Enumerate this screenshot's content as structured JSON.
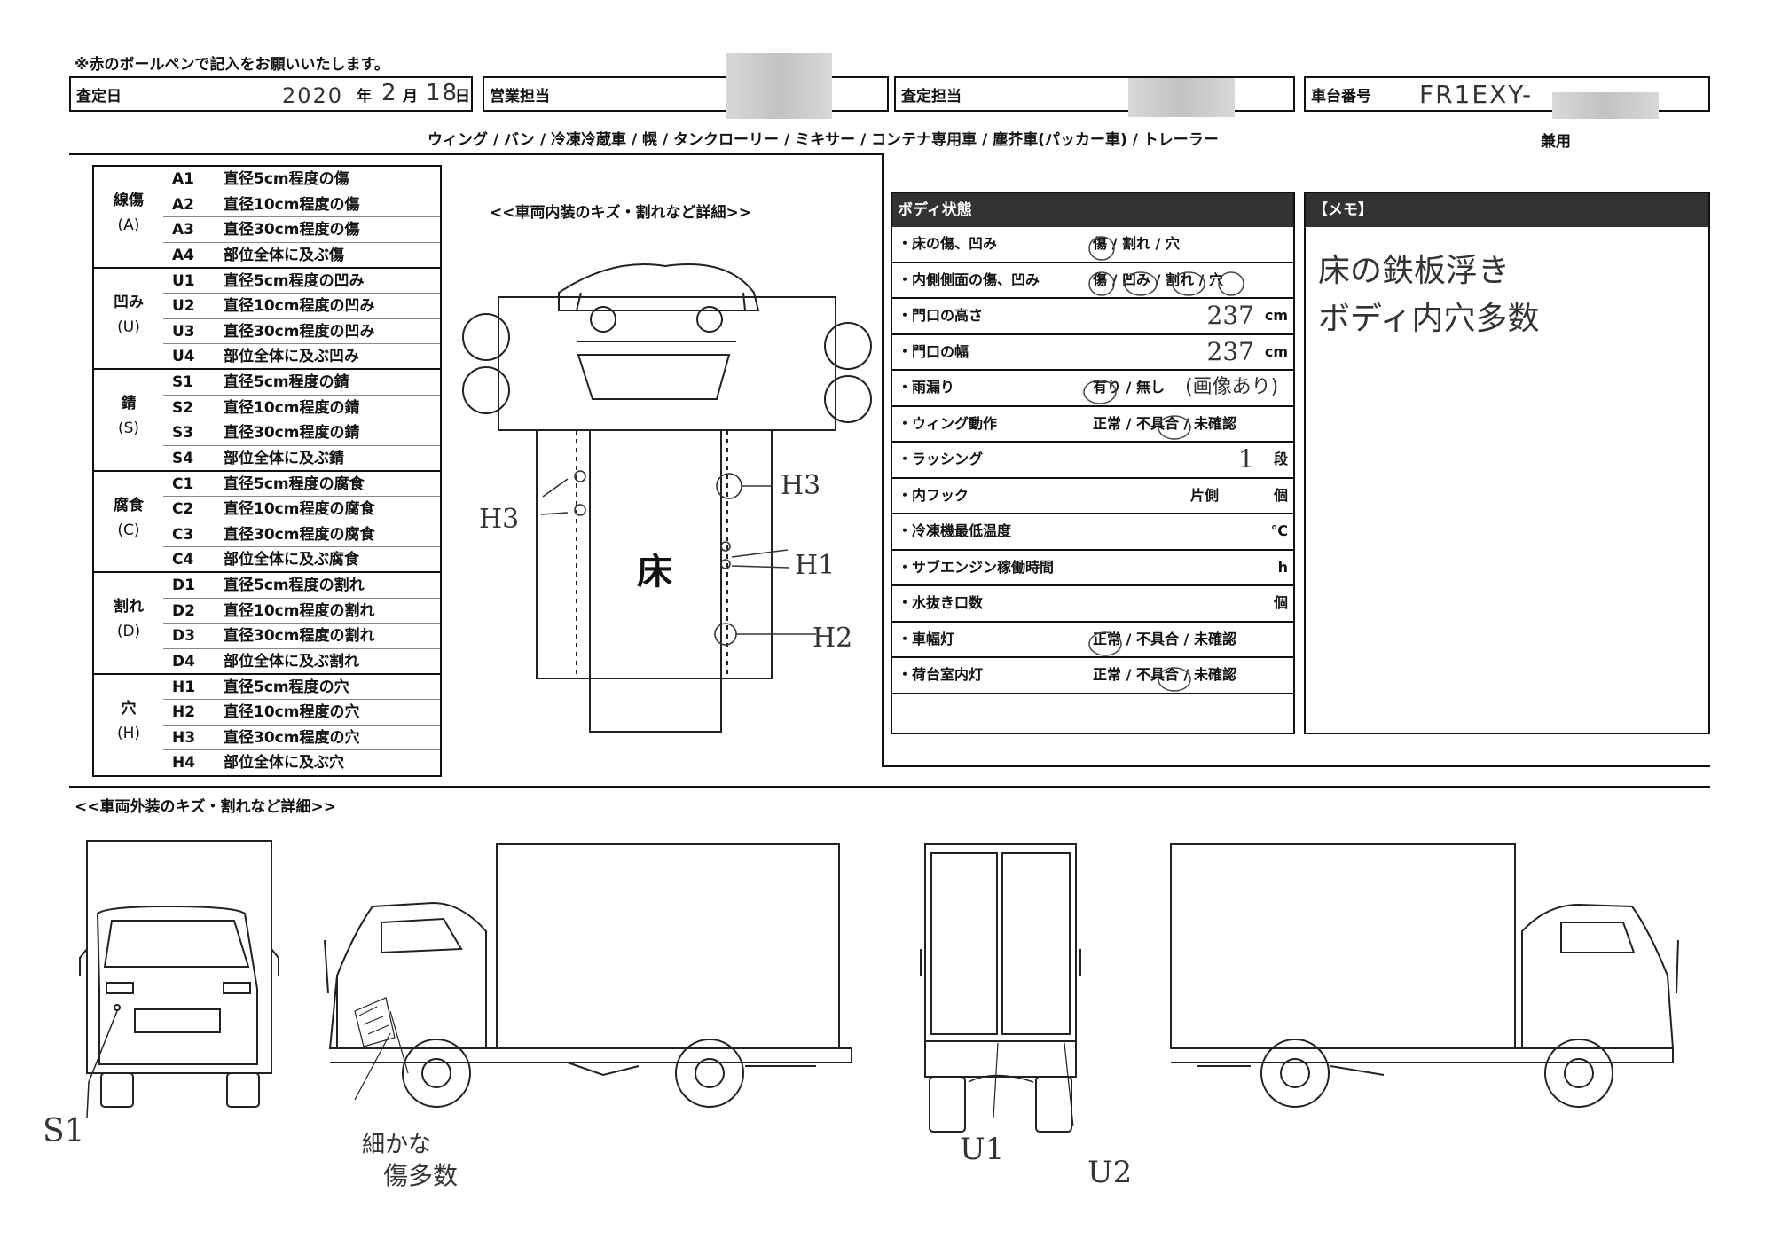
{
  "note": "※赤のボールペンで記入をお願いいたします。",
  "header": {
    "date_label": "査定日",
    "date_year": "2020",
    "date_year_unit": "年",
    "date_month": "2",
    "date_month_unit": "月",
    "date_day": "18",
    "date_day_unit": "日",
    "sales_label": "営業担当",
    "appraiser_label": "査定担当",
    "vehicle_no_label": "車台番号",
    "vehicle_no_value": "FR1EXY-"
  },
  "vehicle_types": "ウィング / バン / 冷凍冷蔵車 / 幌 / タンクローリー / ミキサー / コンテナ専用車 / 塵芥車(パッカー車) / トレーラー",
  "vehicle_types_suffix": "兼用",
  "legend": [
    {
      "cat": "線傷",
      "code": "(A)",
      "rows": [
        {
          "code": "A1",
          "desc": "直径5cm程度の傷"
        },
        {
          "code": "A2",
          "desc": "直径10cm程度の傷"
        },
        {
          "code": "A3",
          "desc": "直径30cm程度の傷"
        },
        {
          "code": "A4",
          "desc": "部位全体に及ぶ傷"
        }
      ]
    },
    {
      "cat": "凹み",
      "code": "(U)",
      "rows": [
        {
          "code": "U1",
          "desc": "直径5cm程度の凹み"
        },
        {
          "code": "U2",
          "desc": "直径10cm程度の凹み"
        },
        {
          "code": "U3",
          "desc": "直径30cm程度の凹み"
        },
        {
          "code": "U4",
          "desc": "部位全体に及ぶ凹み"
        }
      ]
    },
    {
      "cat": "錆",
      "code": "(S)",
      "rows": [
        {
          "code": "S1",
          "desc": "直径5cm程度の錆"
        },
        {
          "code": "S2",
          "desc": "直径10cm程度の錆"
        },
        {
          "code": "S3",
          "desc": "直径30cm程度の錆"
        },
        {
          "code": "S4",
          "desc": "部位全体に及ぶ錆"
        }
      ]
    },
    {
      "cat": "腐食",
      "code": "(C)",
      "rows": [
        {
          "code": "C1",
          "desc": "直径5cm程度の腐食"
        },
        {
          "code": "C2",
          "desc": "直径10cm程度の腐食"
        },
        {
          "code": "C3",
          "desc": "直径30cm程度の腐食"
        },
        {
          "code": "C4",
          "desc": "部位全体に及ぶ腐食"
        }
      ]
    },
    {
      "cat": "割れ",
      "code": "(D)",
      "rows": [
        {
          "code": "D1",
          "desc": "直径5cm程度の割れ"
        },
        {
          "code": "D2",
          "desc": "直径10cm程度の割れ"
        },
        {
          "code": "D3",
          "desc": "直径30cm程度の割れ"
        },
        {
          "code": "D4",
          "desc": "部位全体に及ぶ割れ"
        }
      ]
    },
    {
      "cat": "穴",
      "code": "(H)",
      "rows": [
        {
          "code": "H1",
          "desc": "直径5cm程度の穴"
        },
        {
          "code": "H2",
          "desc": "直径10cm程度の穴"
        },
        {
          "code": "H3",
          "desc": "直径30cm程度の穴"
        },
        {
          "code": "H4",
          "desc": "部位全体に及ぶ穴"
        }
      ]
    }
  ],
  "interior": {
    "title": "<<車両内装のキズ・割れなど詳細>>",
    "floor_label": "床",
    "marks": {
      "h3_left": "H3",
      "h3_right": "H3",
      "h1": "H1",
      "h2": "H2"
    }
  },
  "body_condition": {
    "title": "ボディ状態",
    "rows": [
      {
        "label": "・床の傷、凹み",
        "opts": "傷 / 割れ / 穴",
        "val": "",
        "unit": ""
      },
      {
        "label": "・内側側面の傷、凹み",
        "opts": "傷 / 凹み / 割れ / 穴",
        "val": "",
        "unit": ""
      },
      {
        "label": "・門口の高さ",
        "opts": "",
        "val": "237",
        "unit": "cm"
      },
      {
        "label": "・門口の幅",
        "opts": "",
        "val": "237",
        "unit": "cm"
      },
      {
        "label": "・雨漏り",
        "opts": "有り / 無し",
        "val": "",
        "unit": "",
        "extra": "(画像あり)"
      },
      {
        "label": "・ウィング動作",
        "opts": "正常 / 不具合 / 未確認",
        "val": "",
        "unit": ""
      },
      {
        "label": "・ラッシング",
        "opts": "",
        "val": "1",
        "unit": "段"
      },
      {
        "label": "・内フック",
        "opts": "片側",
        "val": "",
        "unit": "個"
      },
      {
        "label": "・冷凍機最低温度",
        "opts": "",
        "val": "",
        "unit": "℃"
      },
      {
        "label": "・サブエンジン稼働時間",
        "opts": "",
        "val": "",
        "unit": "h"
      },
      {
        "label": "・水抜き口数",
        "opts": "",
        "val": "",
        "unit": "個"
      },
      {
        "label": "・車幅灯",
        "opts": "正常 / 不具合 / 未確認",
        "val": "",
        "unit": ""
      },
      {
        "label": "・荷台室内灯",
        "opts": "正常 / 不具合 / 未確認",
        "val": "",
        "unit": ""
      }
    ]
  },
  "memo": {
    "title": "【メモ】",
    "lines": [
      "床の鉄板浮き",
      "ボディ内穴多数"
    ]
  },
  "exterior": {
    "title": "<<車両外装のキズ・割れなど詳細>>",
    "marks": {
      "s1": "S1",
      "note1": "細かな",
      "note2": "傷多数",
      "u1": "U1",
      "u2": "U2"
    }
  },
  "colors": {
    "ink": "#111111",
    "pencil": "#333333",
    "header_bg": "#333333",
    "redact": "#c8c8c8"
  }
}
